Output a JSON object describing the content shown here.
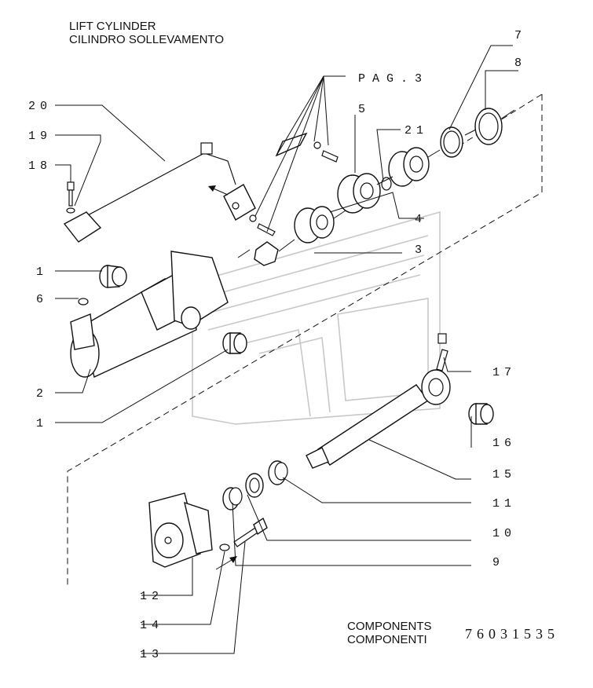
{
  "header": {
    "title_en": "LIFT CYLINDER",
    "title_it": "CILINDRO SOLLEVAMENTO"
  },
  "footer": {
    "label_en": "COMPONENTS",
    "label_it": "COMPONENTI",
    "code": "76031535"
  },
  "reference": "PAG.3",
  "callouts": {
    "c1a": "1",
    "c1b": "1",
    "c2": "2",
    "c3": "3",
    "c4": "4",
    "c5": "5",
    "c6": "6",
    "c7": "7",
    "c8": "8",
    "c9": "9",
    "c10": "10",
    "c11": "11",
    "c12": "12",
    "c13": "13",
    "c14": "14",
    "c15": "15",
    "c16": "16",
    "c17": "17",
    "c18": "18",
    "c19": "19",
    "c20": "20",
    "c21": "21"
  }
}
